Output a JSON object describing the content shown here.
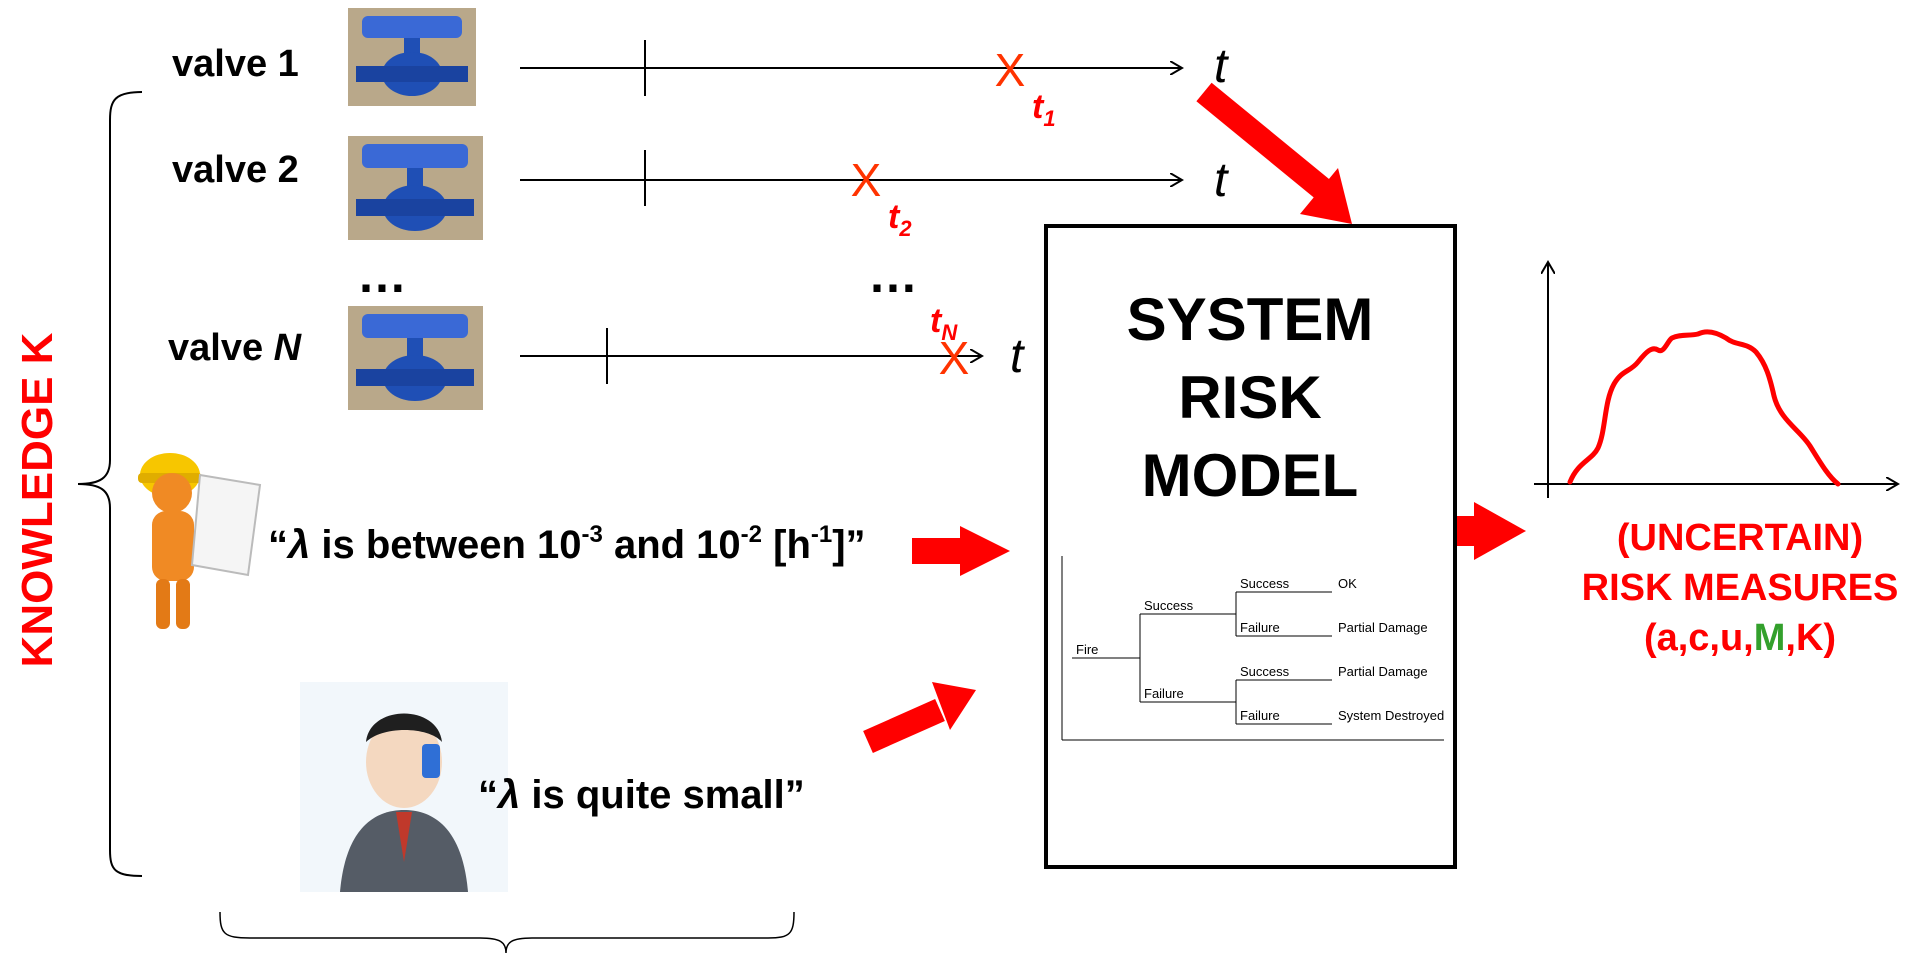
{
  "knowledge_label": "KNOWLEDGE K",
  "valves": [
    {
      "label": "valve 1",
      "time_symbol": "t",
      "failure_mark": "X",
      "failure_time": "t",
      "failure_sub": "1"
    },
    {
      "label": "valve 2",
      "time_symbol": "t",
      "failure_mark": "X",
      "failure_time": "t",
      "failure_sub": "2"
    },
    {
      "label_prefix": "valve ",
      "label_italic": "N",
      "time_symbol": "t",
      "failure_mark": "X",
      "failure_time": "t",
      "failure_sub": "N"
    }
  ],
  "ellipsis": "…",
  "expert_statement": {
    "open_quote": "“",
    "lambda": "λ",
    "text": " is between 10",
    "exp1": "-3",
    "mid": " and 10",
    "exp2": "-2",
    "unit_open": " [h",
    "exp3": "-1",
    "close": "]”"
  },
  "layman_statement": {
    "open_quote": "“",
    "lambda": "λ",
    "text": " is quite small”"
  },
  "model": {
    "title_lines": [
      "SYSTEM",
      "RISK",
      "MODEL"
    ],
    "event_tree": {
      "initiator": "Fire",
      "branch_success": "Success",
      "branch_failure": "Failure",
      "sub_branches": [
        "Success",
        "Failure",
        "Success",
        "Failure"
      ],
      "outcomes": [
        "OK",
        "Partial Damage",
        "Partial Damage",
        "System Destroyed"
      ]
    }
  },
  "output": {
    "line1": "(UNCERTAIN)",
    "line2": "RISK MEASURES",
    "line3_open": "(a,c,u,",
    "line3_M": "M",
    "line3_close": ",K)"
  },
  "colors": {
    "accent_red": "#ff0000",
    "mark_orange": "#ff3300",
    "M_green": "#33a02c",
    "valve_blue": "#1f4fb5",
    "black": "#000000"
  }
}
